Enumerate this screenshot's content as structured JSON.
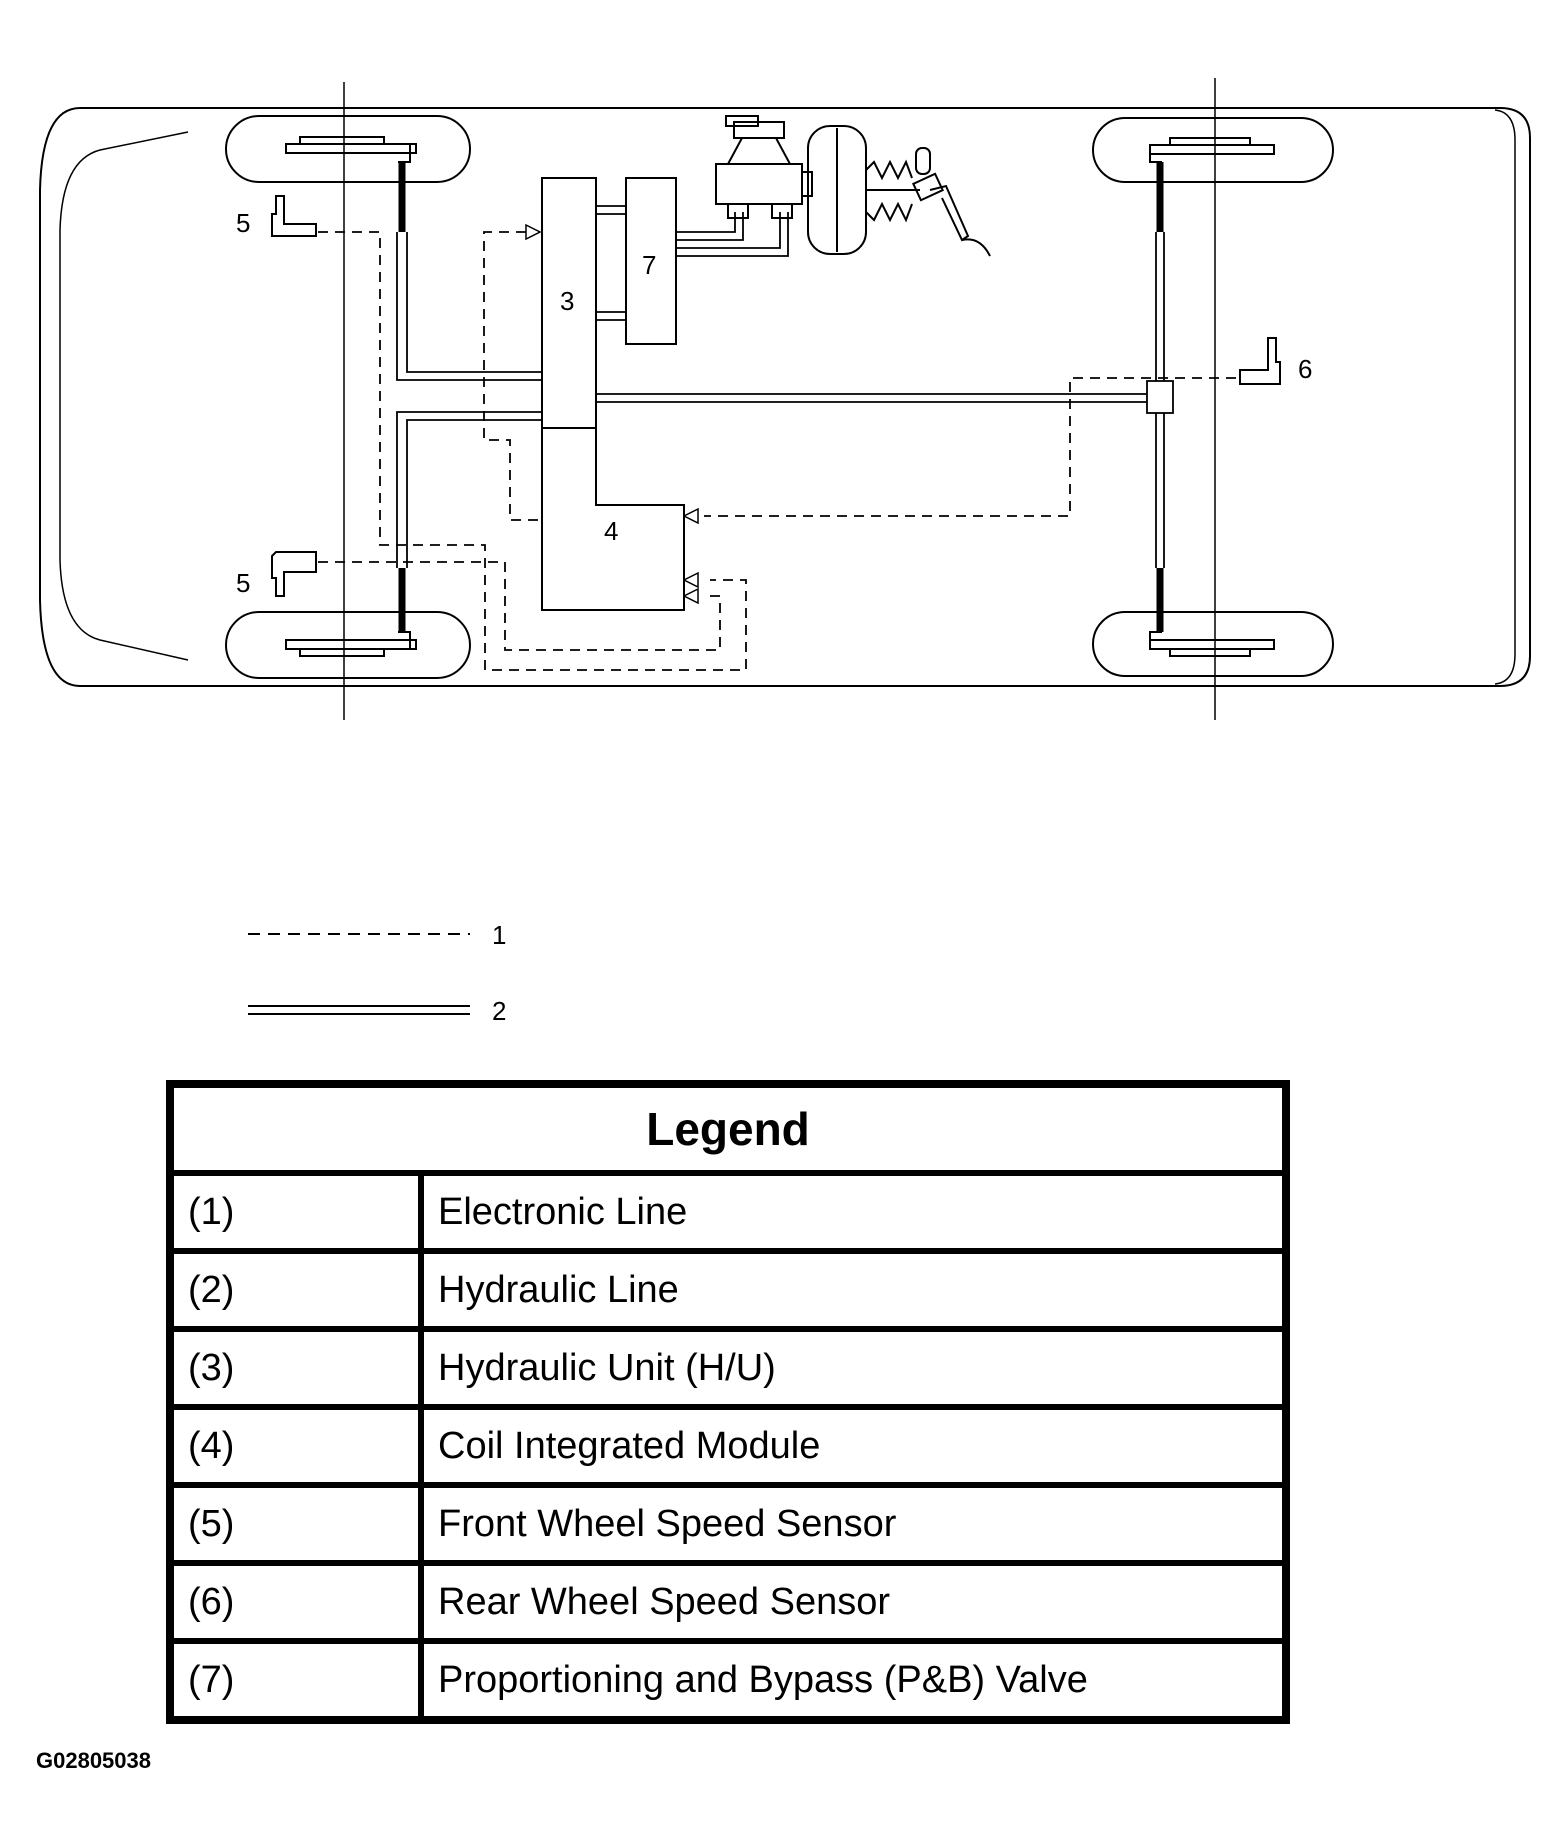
{
  "callouts": {
    "front_sensor_upper": "5",
    "front_sensor_lower": "5",
    "rear_sensor": "6",
    "hydraulic_unit": "3",
    "coil_module": "4",
    "pb_valve": "7"
  },
  "line_key": {
    "dashed_label": "1",
    "double_label": "2"
  },
  "legend": {
    "title": "Legend",
    "rows": [
      {
        "num": "(1)",
        "desc": "Electronic Line"
      },
      {
        "num": "(2)",
        "desc": "Hydraulic Line"
      },
      {
        "num": "(3)",
        "desc": "Hydraulic Unit (H/U)"
      },
      {
        "num": "(4)",
        "desc": "Coil Integrated Module"
      },
      {
        "num": "(5)",
        "desc": "Front Wheel Speed Sensor"
      },
      {
        "num": "(6)",
        "desc": "Rear Wheel Speed Sensor"
      },
      {
        "num": "(7)",
        "desc": "Proportioning and Bypass (P&B) Valve"
      }
    ]
  },
  "figure_id": "G02805038"
}
